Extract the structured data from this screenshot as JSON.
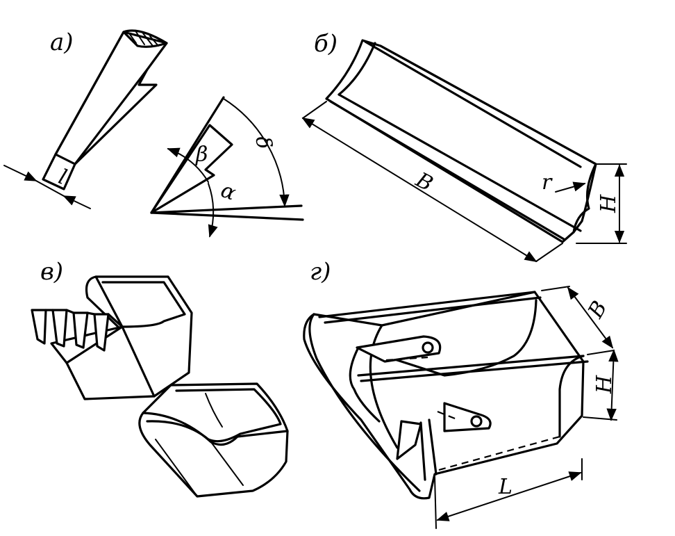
{
  "panels": {
    "a": {
      "label": "а)",
      "dims": {
        "length": "l",
        "alpha": "α",
        "beta": "β",
        "delta": "δ"
      }
    },
    "b": {
      "label": "б)",
      "dims": {
        "width": "B",
        "radius": "r",
        "height": "H"
      }
    },
    "v": {
      "label": "в)"
    },
    "g": {
      "label": "г)",
      "dims": {
        "width": "B",
        "height": "H",
        "length": "L"
      }
    }
  }
}
